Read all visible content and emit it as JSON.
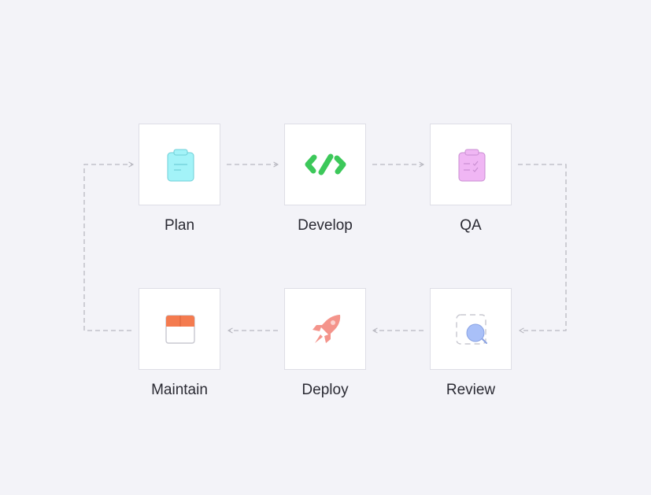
{
  "steps": [
    {
      "id": "plan",
      "label": "Plan",
      "icon": "clipboard-icon",
      "color": "#a3f3f8"
    },
    {
      "id": "develop",
      "label": "Develop",
      "icon": "code-icon",
      "color": "#3cc85a"
    },
    {
      "id": "qa",
      "label": "QA",
      "icon": "checklist-icon",
      "color": "#f0b6f4"
    },
    {
      "id": "review",
      "label": "Review",
      "icon": "magnifier-icon",
      "color": "#a9c0f8"
    },
    {
      "id": "deploy",
      "label": "Deploy",
      "icon": "rocket-icon",
      "color": "#f4948b"
    },
    {
      "id": "maintain",
      "label": "Maintain",
      "icon": "calendar-icon",
      "color": "#f47b4f"
    }
  ],
  "connector_color": "#b9b9c1"
}
